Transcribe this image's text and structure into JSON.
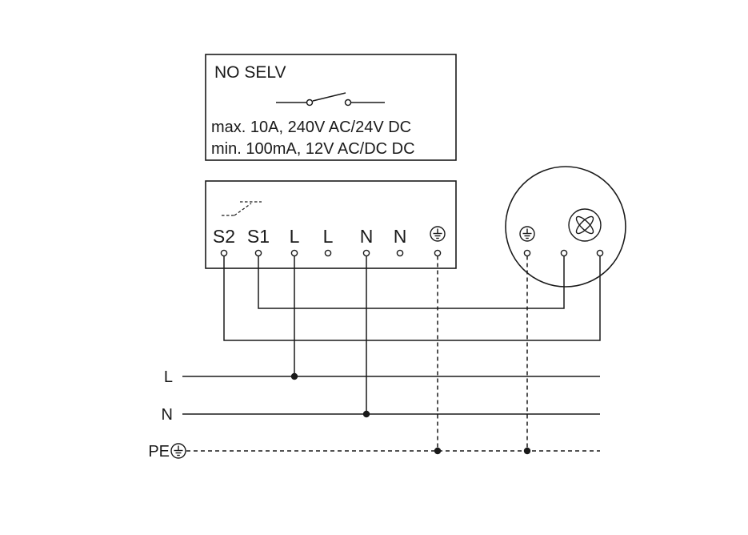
{
  "spec_box": {
    "title": "NO SELV",
    "spec_line_1": "max. 10A, 240V AC/24V DC",
    "spec_line_2": "min. 100mA, 12V AC/DC DC"
  },
  "terminal_box": {
    "terminals": [
      "S2",
      "S1",
      "L",
      "L",
      "N",
      "N"
    ],
    "earth_icon": "earth-ground-icon",
    "relay_icon": "relay-contact-icon"
  },
  "sensor": {
    "earth_icon": "earth-ground-icon",
    "lens_icon": "sensor-lens-icon"
  },
  "supply": {
    "line_l": "L",
    "line_n": "N",
    "line_pe": "PE",
    "pe_icon": "earth-ground-icon"
  },
  "colors": {
    "line": "#1a1a1a",
    "background": "#ffffff"
  }
}
